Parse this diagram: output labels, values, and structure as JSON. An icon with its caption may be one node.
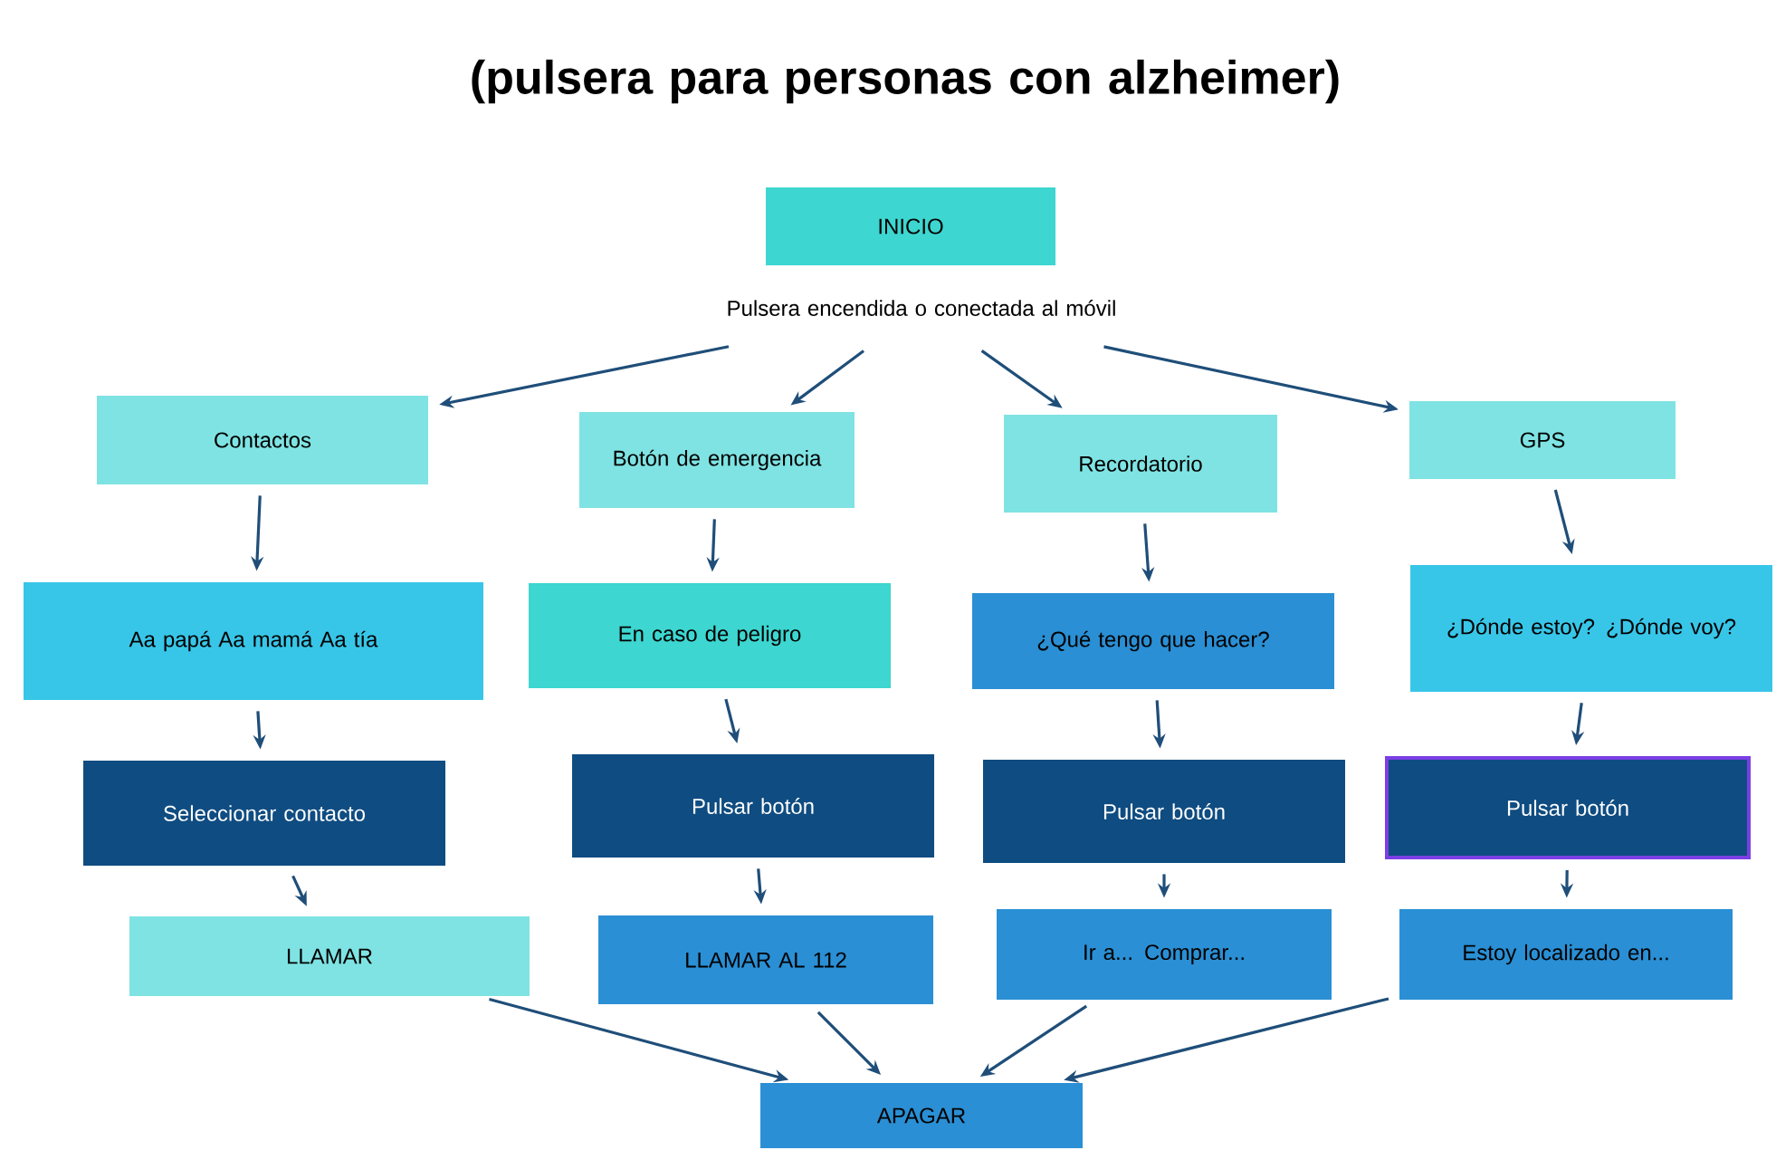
{
  "diagram": {
    "title": "(pulsera para personas con alzheimer)",
    "nodes": [
      {
        "text": [
          "INICIO"
        ]
      },
      {
        "text": [
          "Pulsera encendida o conectada al móvil"
        ]
      },
      {
        "text": [
          "Contactos"
        ]
      },
      {
        "text": [
          "Botón de emergencia"
        ]
      },
      {
        "text": [
          "Recordatorio"
        ]
      },
      {
        "text": [
          "GPS"
        ]
      },
      {
        "text": [
          "Aa papá Aa mamá Aa tía"
        ]
      },
      {
        "text": [
          "En caso de peligro"
        ]
      },
      {
        "text": [
          "¿Qué tengo que hacer?"
        ]
      },
      {
        "text": [
          "¿Dónde estoy? ¿Dónde voy?"
        ]
      },
      {
        "text": [
          "Seleccionar contacto"
        ]
      },
      {
        "text": [
          "Pulsar botón"
        ]
      },
      {
        "text": [
          "Pulsar botón"
        ]
      },
      {
        "text": [
          "Pulsar botón"
        ]
      },
      {
        "text": [
          "LLAMAR"
        ]
      },
      {
        "text": [
          "LLAMAR AL 112"
        ]
      },
      {
        "text": [
          "Ir a... Comprar..."
        ]
      },
      {
        "text": [
          "Estoy localizado en..."
        ]
      },
      {
        "text": [
          "APAGAR"
        ]
      }
    ],
    "edges": [
      {
        "from": 1,
        "to": 2,
        "arrow": "to"
      },
      {
        "from": 1,
        "to": 3,
        "arrow": "to"
      },
      {
        "from": 1,
        "to": 4,
        "arrow": "to"
      },
      {
        "from": 1,
        "to": 5,
        "arrow": "to"
      },
      {
        "from": 2,
        "to": 6,
        "arrow": "to"
      },
      {
        "from": 3,
        "to": 7,
        "arrow": "to"
      },
      {
        "from": 4,
        "to": 8,
        "arrow": "to"
      },
      {
        "from": 5,
        "to": 9,
        "arrow": "to"
      },
      {
        "from": 6,
        "to": 10,
        "arrow": "to"
      },
      {
        "from": 7,
        "to": 11,
        "arrow": "to"
      },
      {
        "from": 8,
        "to": 12,
        "arrow": "to"
      },
      {
        "from": 9,
        "to": 13,
        "arrow": "to"
      },
      {
        "from": 10,
        "to": 14,
        "arrow": "to"
      },
      {
        "from": 11,
        "to": 15,
        "arrow": "to"
      },
      {
        "from": 12,
        "to": 16,
        "arrow": "to"
      },
      {
        "from": 13,
        "to": 17,
        "arrow": "to"
      },
      {
        "from": 14,
        "to": 18,
        "arrow": "to"
      },
      {
        "from": 15,
        "to": 18,
        "arrow": "to"
      },
      {
        "from": 16,
        "to": 18,
        "arrow": "to"
      },
      {
        "from": 17,
        "to": 18,
        "arrow": "to"
      }
    ]
  }
}
